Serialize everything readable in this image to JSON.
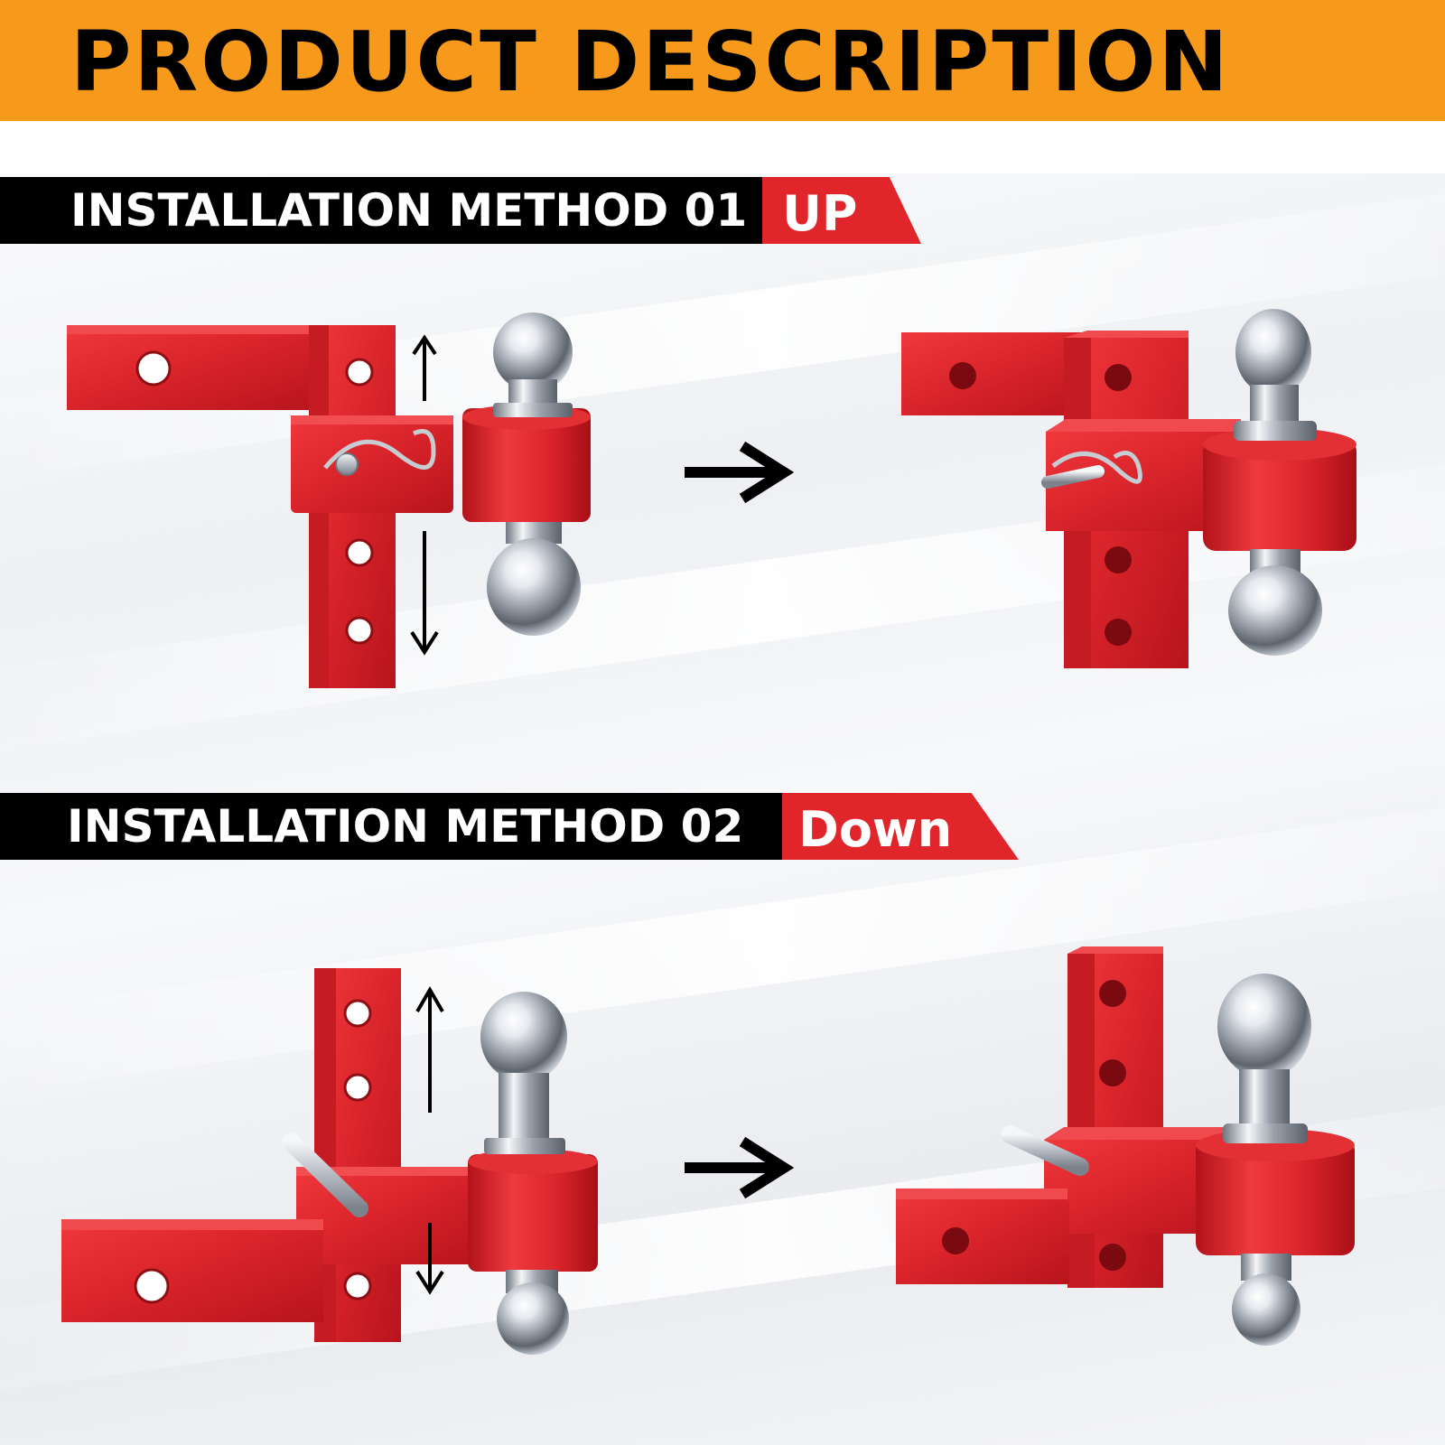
{
  "header": {
    "title": "PRODUCT DESCRIPTION"
  },
  "methods": [
    {
      "label": "INSTALLATION METHOD 01",
      "tag": "UP"
    },
    {
      "label": "INSTALLATION METHOD 02",
      "tag": "Down"
    }
  ],
  "colors": {
    "banner": "#f79a1b",
    "accent_red": "#e0252b",
    "hitch_red": "#d8232a",
    "bar_black": "#000000",
    "chrome": "#c9ced6"
  },
  "icons": [
    "arrow-up-icon",
    "arrow-down-icon",
    "right-arrow-icon"
  ]
}
